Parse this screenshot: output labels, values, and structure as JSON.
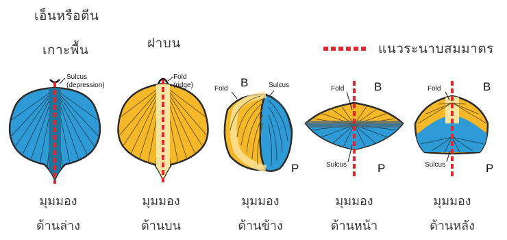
{
  "header": {
    "ventral_title_line1": "เอ็นหรือตีน",
    "ventral_title_line2": "เกาะพื้น",
    "dorsal_title": "ฝาบน",
    "legend_label": "แนวระนาบสมมาตร"
  },
  "views": [
    {
      "caption_line1": "มุมมอง",
      "caption_line2": "ด้านล่าง"
    },
    {
      "caption_line1": "มุมมอง",
      "caption_line2": "ด้านบน"
    },
    {
      "caption_line1": "มุมมอง",
      "caption_line2": "ด้านข้าง"
    },
    {
      "caption_line1": "มุมมอง",
      "caption_line2": "ด้านหน้า"
    },
    {
      "caption_line1": "มุมมอง",
      "caption_line2": "ด้านหลัง"
    }
  ],
  "labels": {
    "sulcus": "Sulcus",
    "depression": "(depression)",
    "fold": "Fold",
    "ridge": "(ridge)",
    "b": "B",
    "p": "P"
  },
  "colors": {
    "blue": "#2e9bd6",
    "yellow": "#f5b829",
    "light_yellow": "#fbe3a0",
    "dark_blue": "#22739c",
    "symmetry_line": "#e0282e",
    "outline": "#2b2b2b"
  }
}
